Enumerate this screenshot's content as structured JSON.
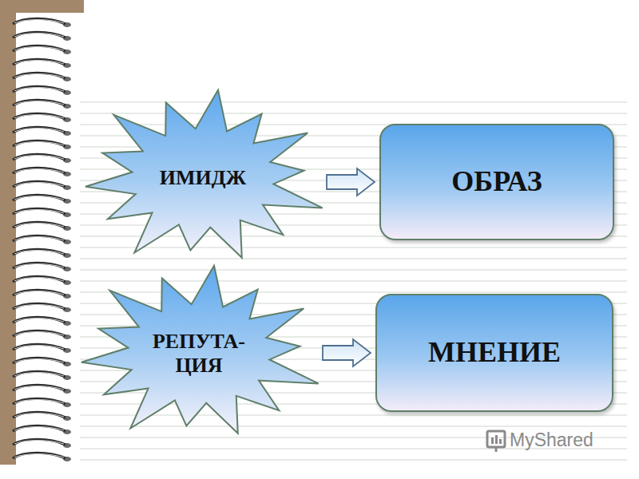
{
  "diagram": {
    "nodes": [
      {
        "text": [
          "ИМИДЖ"
        ]
      },
      {
        "text": [
          "ОБРАЗ"
        ]
      },
      {
        "text": [
          "РЕПУТА- ЦИЯ"
        ]
      },
      {
        "text": [
          "МНЕНИЕ"
        ]
      }
    ],
    "edges": [
      {
        "from": 0,
        "to": 1,
        "arrow": "to"
      },
      {
        "from": 2,
        "to": 3,
        "arrow": "to"
      }
    ],
    "labels": [
      "MyShared"
    ]
  }
}
